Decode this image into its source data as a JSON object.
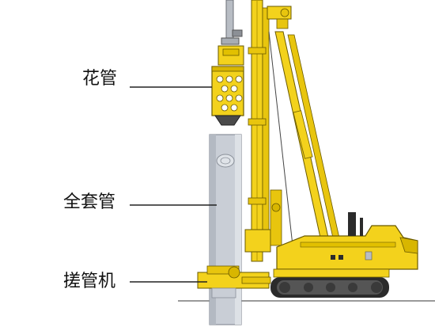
{
  "labels": {
    "flower_pipe": "花管",
    "full_casing": "全套管",
    "casing_oscillator": "搓管机"
  },
  "colors": {
    "machine_yellow": "#f3d21c",
    "machine_dark": "#2b2b2b",
    "casing_gray": "#c9ced6",
    "line": "#222222"
  }
}
